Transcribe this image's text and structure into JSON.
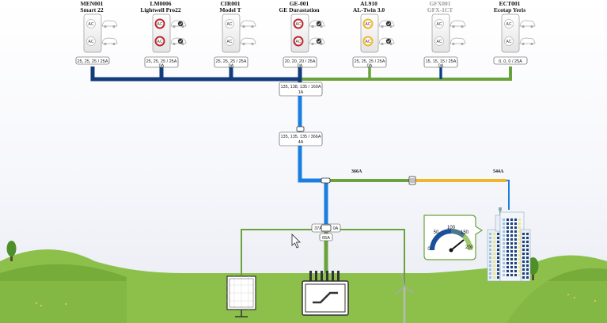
{
  "chargers": [
    {
      "id": "MEN001",
      "model": "Smart 22",
      "rating": "25, 25, 25 / 25A",
      "current": "",
      "status": "idle",
      "dim": false
    },
    {
      "id": "LM0006",
      "model": "Lightwell Pro22",
      "rating": "25, 25, 25 / 25A",
      "current": "0A",
      "status": "error",
      "dim": false
    },
    {
      "id": "CIR001",
      "model": "Model T",
      "rating": "25, 25, 25 / 25A",
      "current": "0A",
      "status": "idle",
      "dim": false
    },
    {
      "id": "GE-001",
      "model": "GE Durastation",
      "rating": "20, 20, 20 / 25A",
      "current": "0A",
      "status": "error",
      "dim": false
    },
    {
      "id": "AL910",
      "model": "AL-Twin 3.0",
      "rating": "25, 25, 25 / 25A",
      "current": "0A",
      "status": "charging",
      "dim": false
    },
    {
      "id": "GFX001",
      "model": "GFX-1CT",
      "rating": "15, 15, 15 / 25A",
      "current": "0A",
      "status": "idle",
      "dim": true
    },
    {
      "id": "ECT001",
      "model": "Ecotap Yeris",
      "rating": "0, 0, 0 / 25A",
      "current": "",
      "status": "idle",
      "dim": false
    }
  ],
  "plug_label": "AC",
  "nodes": {
    "main_top": {
      "line1": "135, 138, 135 / 160A",
      "line2": "1A"
    },
    "mid": {
      "line1": "135, 135, 135 / 366A",
      "line2": "4A"
    },
    "bottom_left": "37A",
    "bottom_right": "0A",
    "transformer": "65A"
  },
  "flows": {
    "left": "366A",
    "right": "544A"
  },
  "gauge": {
    "ticks": [
      "0",
      "50",
      "100",
      "150",
      "200"
    ]
  },
  "colors": {
    "dark_blue": "#123c7c",
    "blue": "#1a7fe0",
    "green": "#6aa23b",
    "yellow": "#f0b72a"
  }
}
